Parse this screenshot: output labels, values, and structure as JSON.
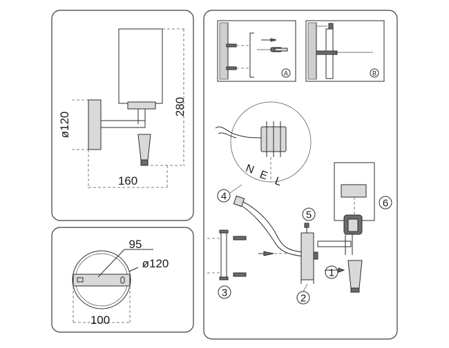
{
  "dimensions": {
    "diameter_side": "ø120",
    "height": "280",
    "width": "160",
    "top_width": "95",
    "top_diameter": "ø120",
    "top_depth": "100"
  },
  "detail_labels": {
    "a": "A",
    "b": "B"
  },
  "wire_labels": {
    "n": "N",
    "e": "E",
    "l": "L"
  },
  "callouts": {
    "c1": "1",
    "c2": "2",
    "c3": "3",
    "c4": "4",
    "c5": "5",
    "c6": "6"
  }
}
